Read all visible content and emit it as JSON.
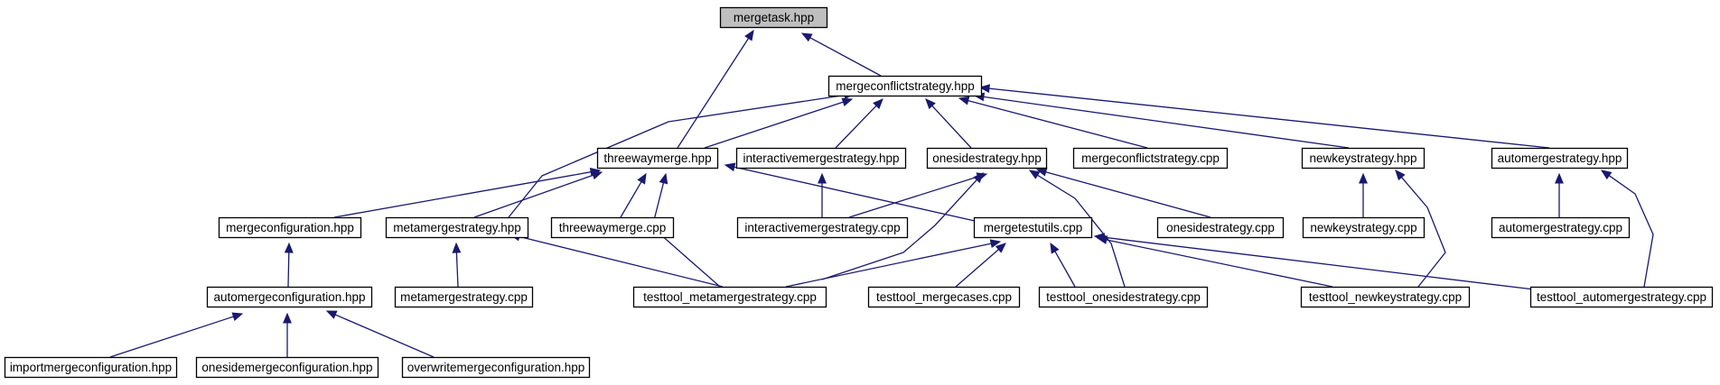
{
  "diagram": {
    "title": "",
    "colors": {
      "edge": "#191970",
      "node_border": "#000000",
      "root_fill": "#bfbfbf",
      "node_fill": "#ffffff"
    },
    "nodes": [
      {
        "id": "n0",
        "label": "mergetask.hpp",
        "root": true
      },
      {
        "id": "n1",
        "label": "mergeconflictstrategy.hpp"
      },
      {
        "id": "n2",
        "label": "threewaymerge.hpp"
      },
      {
        "id": "n3",
        "label": "interactivemergestrategy.hpp"
      },
      {
        "id": "n4",
        "label": "onesidestrategy.hpp"
      },
      {
        "id": "n5",
        "label": "mergeconflictstrategy.cpp"
      },
      {
        "id": "n6",
        "label": "newkeystrategy.hpp"
      },
      {
        "id": "n7",
        "label": "automergestrategy.hpp"
      },
      {
        "id": "n8",
        "label": "mergeconfiguration.hpp"
      },
      {
        "id": "n9",
        "label": "metamergestrategy.hpp"
      },
      {
        "id": "n10",
        "label": "threewaymerge.cpp"
      },
      {
        "id": "n11",
        "label": "interactivemergestrategy.cpp"
      },
      {
        "id": "n12",
        "label": "mergetestutils.cpp"
      },
      {
        "id": "n13",
        "label": "onesidestrategy.cpp"
      },
      {
        "id": "n14",
        "label": "newkeystrategy.cpp"
      },
      {
        "id": "n15",
        "label": "automergestrategy.cpp"
      },
      {
        "id": "n16",
        "label": "automergeconfiguration.hpp"
      },
      {
        "id": "n17",
        "label": "metamergestrategy.cpp"
      },
      {
        "id": "n18",
        "label": "testtool_metamergestrategy.cpp"
      },
      {
        "id": "n19",
        "label": "testtool_mergecases.cpp"
      },
      {
        "id": "n20",
        "label": "testtool_onesidestrategy.cpp"
      },
      {
        "id": "n21",
        "label": "testtool_newkeystrategy.cpp"
      },
      {
        "id": "n22",
        "label": "testtool_automergestrategy.cpp"
      },
      {
        "id": "n23",
        "label": "importmergeconfiguration.hpp"
      },
      {
        "id": "n24",
        "label": "onesidemergeconfiguration.hpp"
      },
      {
        "id": "n25",
        "label": "overwritemergeconfiguration.hpp"
      }
    ],
    "edges": [
      {
        "from": "n1",
        "to": "n0"
      },
      {
        "from": "n2",
        "to": "n0"
      },
      {
        "from": "n2",
        "to": "n1"
      },
      {
        "from": "n3",
        "to": "n1"
      },
      {
        "from": "n4",
        "to": "n1"
      },
      {
        "from": "n5",
        "to": "n1"
      },
      {
        "from": "n6",
        "to": "n1"
      },
      {
        "from": "n7",
        "to": "n1"
      },
      {
        "from": "n9",
        "to": "n1"
      },
      {
        "from": "n8",
        "to": "n2"
      },
      {
        "from": "n9",
        "to": "n2"
      },
      {
        "from": "n10",
        "to": "n2"
      },
      {
        "from": "n12",
        "to": "n2"
      },
      {
        "from": "n18",
        "to": "n2"
      },
      {
        "from": "n11",
        "to": "n3"
      },
      {
        "from": "n11",
        "to": "n4"
      },
      {
        "from": "n13",
        "to": "n4"
      },
      {
        "from": "n18",
        "to": "n4"
      },
      {
        "from": "n20",
        "to": "n4"
      },
      {
        "from": "n14",
        "to": "n6"
      },
      {
        "from": "n21",
        "to": "n6"
      },
      {
        "from": "n15",
        "to": "n7"
      },
      {
        "from": "n22",
        "to": "n7"
      },
      {
        "from": "n16",
        "to": "n8"
      },
      {
        "from": "n17",
        "to": "n9"
      },
      {
        "from": "n18",
        "to": "n9"
      },
      {
        "from": "n18",
        "to": "n12"
      },
      {
        "from": "n19",
        "to": "n12"
      },
      {
        "from": "n20",
        "to": "n12"
      },
      {
        "from": "n21",
        "to": "n12"
      },
      {
        "from": "n22",
        "to": "n12"
      },
      {
        "from": "n23",
        "to": "n16"
      },
      {
        "from": "n24",
        "to": "n16"
      },
      {
        "from": "n25",
        "to": "n16"
      }
    ]
  }
}
